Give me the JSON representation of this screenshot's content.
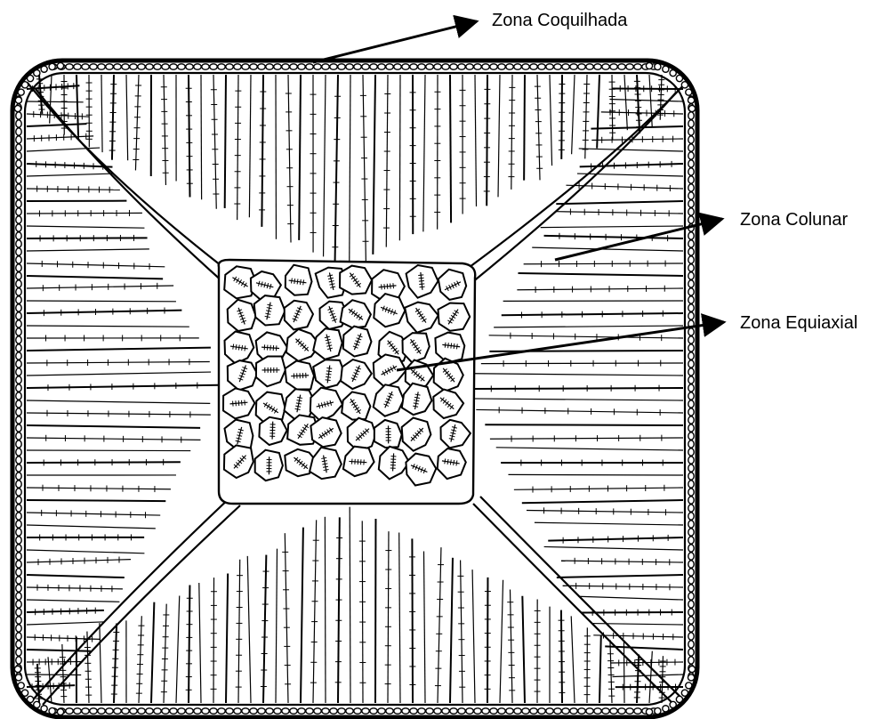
{
  "labels": {
    "chill_zone": "Zona Coquilhada",
    "columnar_zone": "Zona Colunar",
    "equiaxed_zone": "Zona Equiaxial"
  },
  "colors": {
    "ink": "#000000",
    "background": "#ffffff"
  }
}
